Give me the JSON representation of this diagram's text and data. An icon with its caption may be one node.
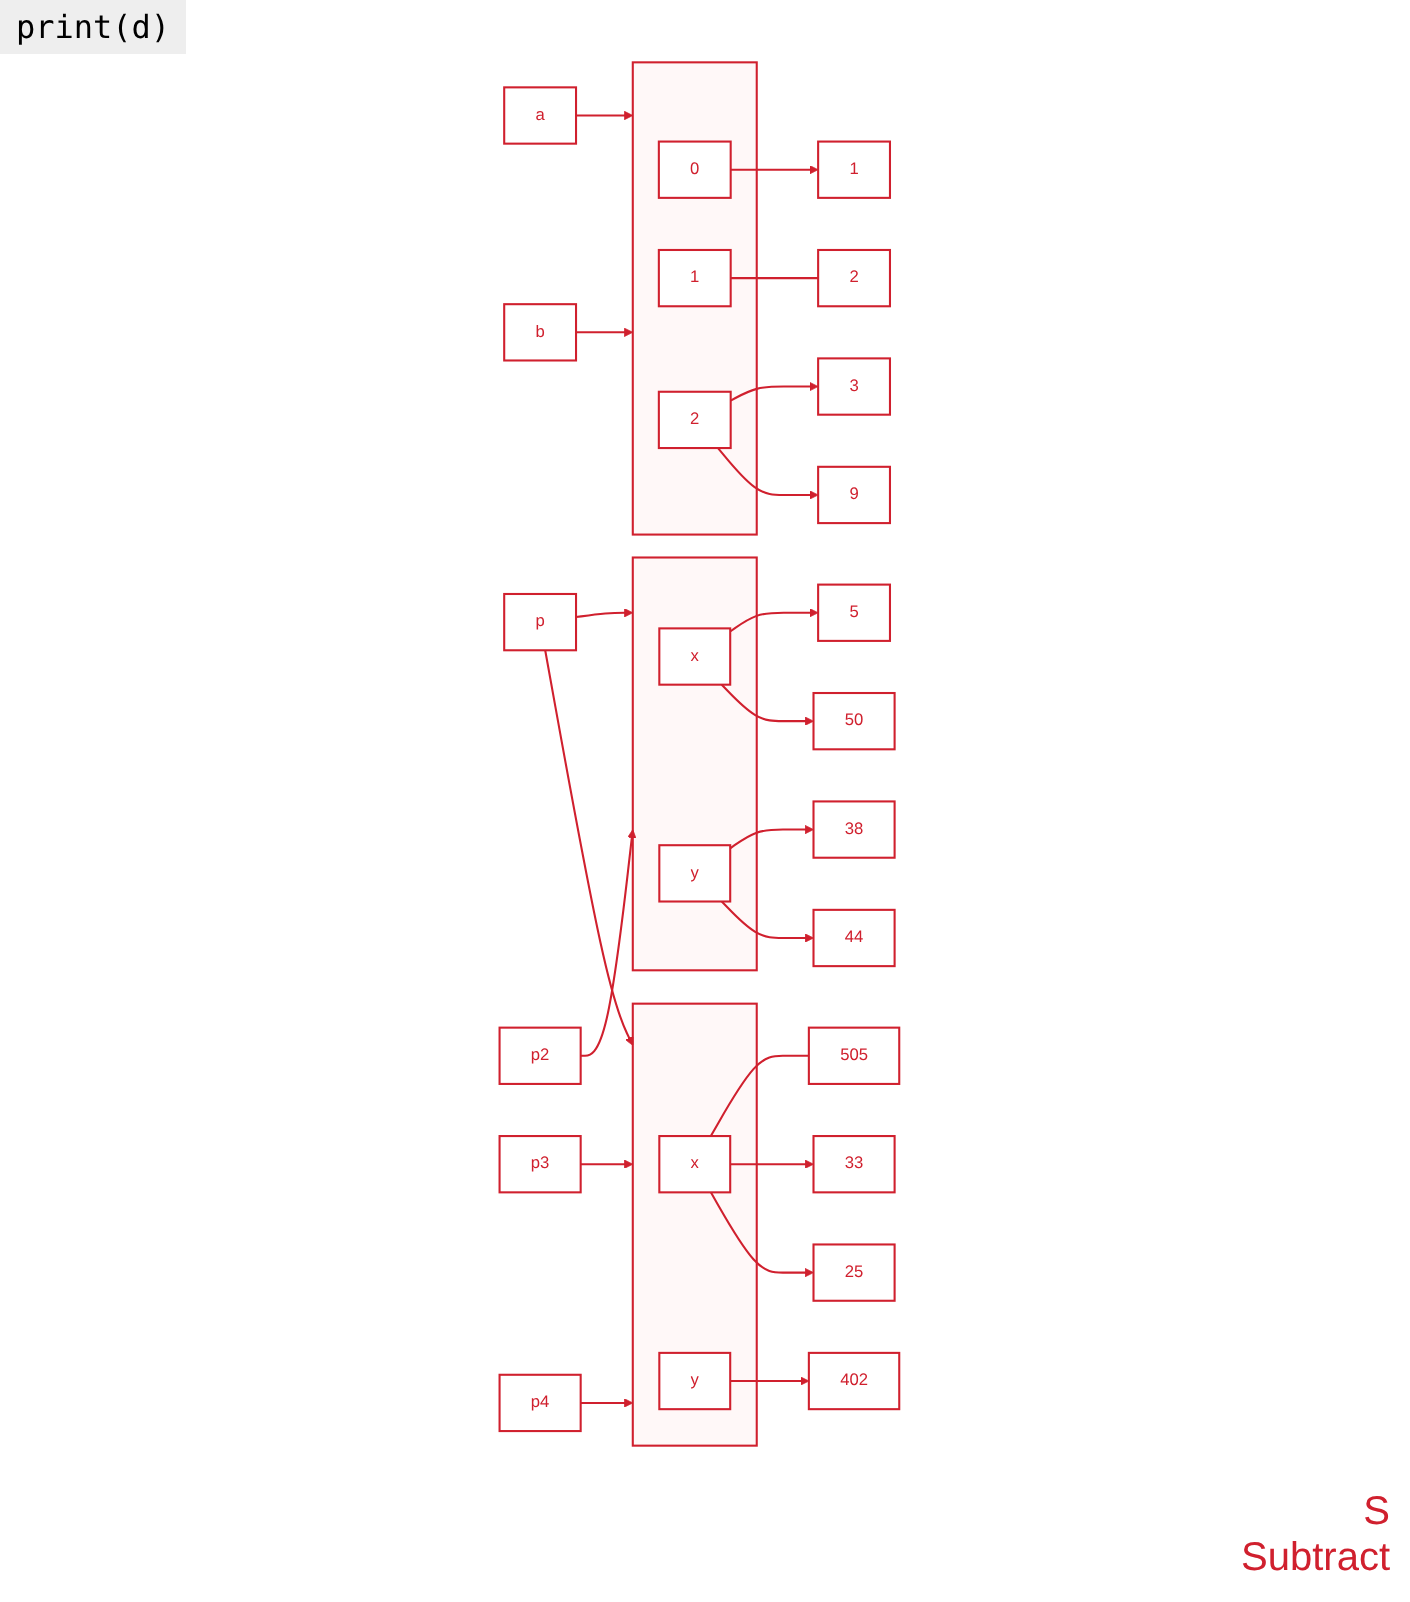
{
  "diagram": {
    "nodes": [
      {
        "text": [
          "a"
        ]
      },
      {
        "text": [
          "b"
        ]
      },
      {
        "text": [],
        "shape": "box"
      },
      {
        "text": [
          "0"
        ],
        "in": 2
      },
      {
        "text": [
          "1"
        ],
        "in": 2
      },
      {
        "text": [
          "2"
        ],
        "in": 2
      },
      {
        "text": [
          "1"
        ]
      },
      {
        "text": [
          "2"
        ]
      },
      {
        "text": [
          "3"
        ]
      },
      {
        "text": [
          "9"
        ]
      },
      {
        "text": [
          "p"
        ]
      },
      {
        "text": [],
        "shape": "box"
      },
      {
        "text": [
          "x"
        ],
        "in": 11
      },
      {
        "text": [
          "y"
        ],
        "in": 11
      },
      {
        "text": [
          "5"
        ]
      },
      {
        "text": [
          "50"
        ]
      },
      {
        "text": [
          "38"
        ]
      },
      {
        "text": [
          "44"
        ]
      },
      {
        "text": [
          "p2"
        ]
      },
      {
        "text": [],
        "shape": "box"
      },
      {
        "text": [
          "x"
        ],
        "in": 19
      },
      {
        "text": [
          "y"
        ],
        "in": 19
      },
      {
        "text": [
          "505"
        ]
      },
      {
        "text": [
          "33"
        ]
      },
      {
        "text": [
          "402"
        ]
      },
      {
        "text": [
          "25"
        ]
      },
      {
        "text": [
          "p3"
        ]
      },
      {
        "text": [
          "p4"
        ]
      }
    ],
    "edges": [
      {
        "from": 0,
        "to": 2,
        "arrow": "to"
      },
      {
        "from": 1,
        "to": 2,
        "arrow": "to"
      },
      {
        "from": 3,
        "to": 6,
        "arrow": "to"
      },
      {
        "from": 4,
        "to": 7,
        "arrow": "none"
      },
      {
        "from": 5,
        "to": 8,
        "arrow": "to"
      },
      {
        "from": 5,
        "to": 9,
        "arrow": "to"
      },
      {
        "from": 10,
        "to": 11,
        "arrow": "to"
      },
      {
        "from": 12,
        "to": 14,
        "arrow": "to"
      },
      {
        "from": 12,
        "to": 15,
        "arrow": "to"
      },
      {
        "from": 13,
        "to": 16,
        "arrow": "to"
      },
      {
        "from": 13,
        "to": 17,
        "arrow": "to"
      },
      {
        "from": 10,
        "to": 19,
        "arrow": "to"
      },
      {
        "from": 18,
        "to": 11,
        "arrow": "to"
      },
      {
        "from": 20,
        "to": 22,
        "arrow": "none"
      },
      {
        "from": 20,
        "to": 23,
        "arrow": "to"
      },
      {
        "from": 20,
        "to": 25,
        "arrow": "to"
      },
      {
        "from": 21,
        "to": 24,
        "arrow": "to"
      },
      {
        "from": 26,
        "to": 19,
        "arrow": "to"
      },
      {
        "from": 27,
        "to": 19,
        "arrow": "to"
      }
    ],
    "labels": [
      "print(d)",
      "S",
      "Subtract"
    ]
  }
}
